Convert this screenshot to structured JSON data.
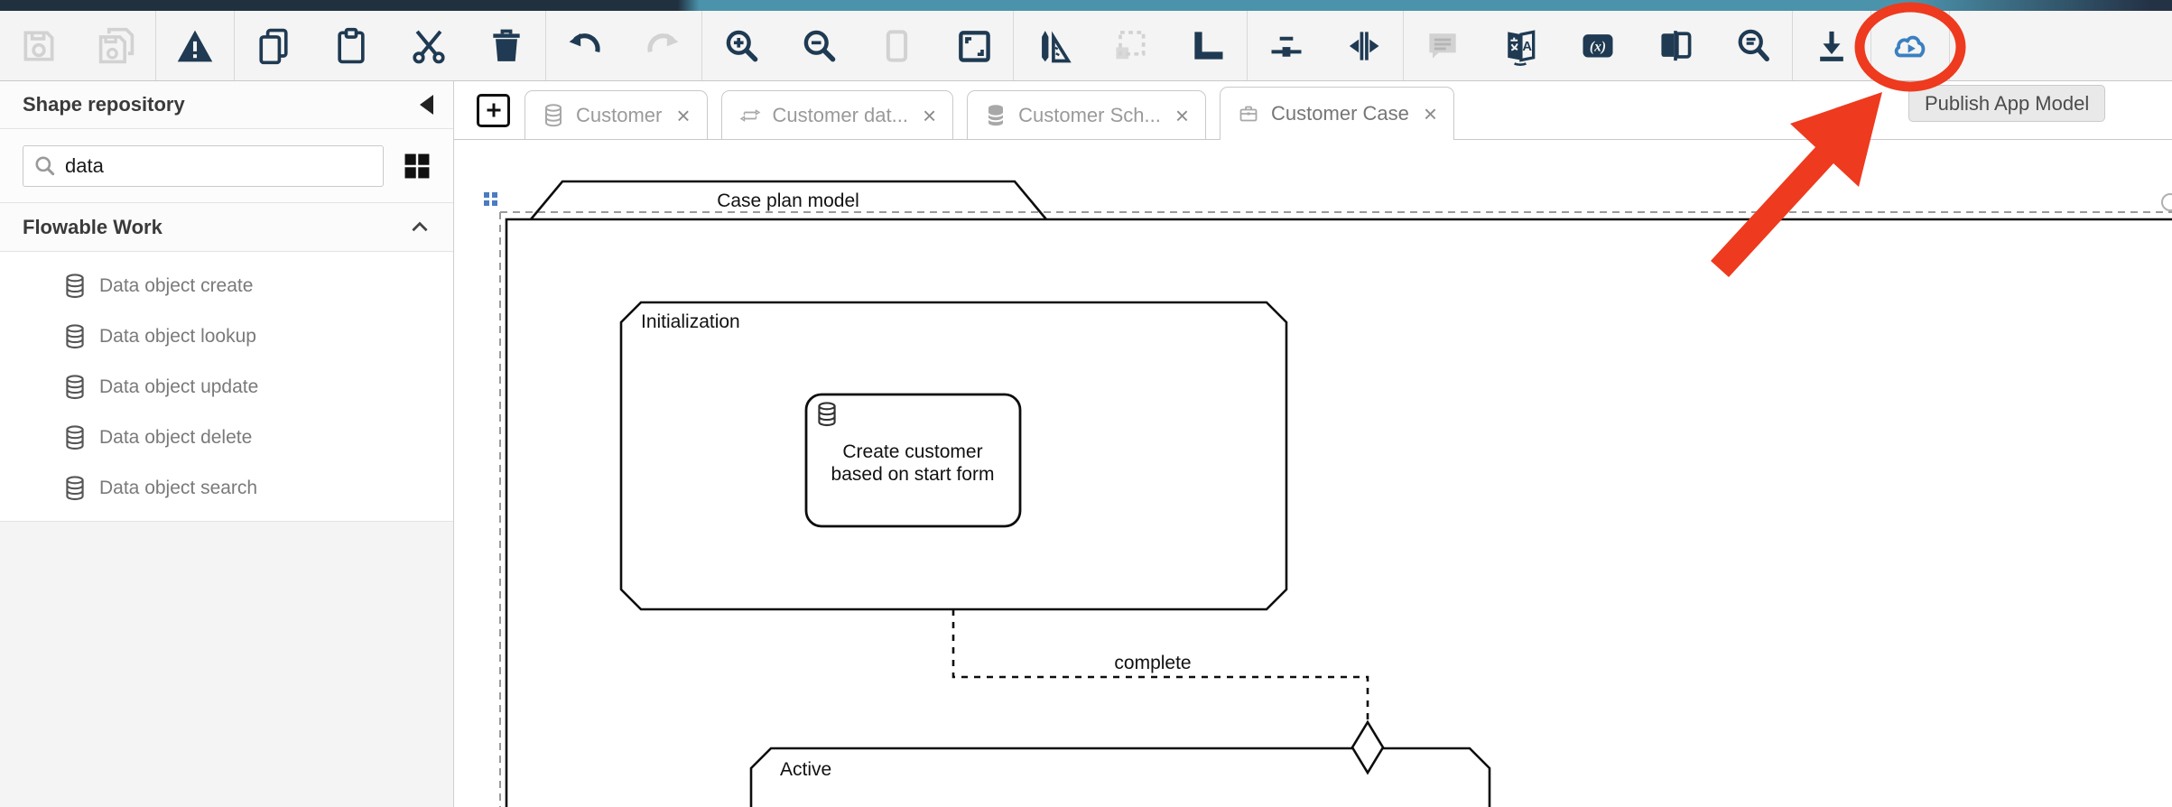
{
  "colors": {
    "accent_blue": "#3a80c1",
    "annotation_red": "#ee3a1e",
    "topbar_teal": "#4b93ab",
    "topbar_navy": "#20303f",
    "icon_dark": "#1f3a52",
    "icon_disabled": "#d2d2d2"
  },
  "toolbar": {
    "groups": [
      {
        "buttons": [
          {
            "name": "save",
            "icon": "save",
            "disabled": true
          },
          {
            "name": "save-all",
            "icon": "save-all",
            "disabled": true
          }
        ]
      },
      {
        "buttons": [
          {
            "name": "validate",
            "icon": "warning",
            "disabled": false
          }
        ]
      },
      {
        "buttons": [
          {
            "name": "copy",
            "icon": "copy",
            "disabled": false
          },
          {
            "name": "paste",
            "icon": "paste",
            "disabled": false
          },
          {
            "name": "cut",
            "icon": "cut",
            "disabled": false
          },
          {
            "name": "delete",
            "icon": "trash",
            "disabled": false
          }
        ]
      },
      {
        "buttons": [
          {
            "name": "undo",
            "icon": "undo",
            "disabled": false
          },
          {
            "name": "redo",
            "icon": "redo",
            "disabled": true
          }
        ]
      },
      {
        "buttons": [
          {
            "name": "zoom-in",
            "icon": "zoom-in",
            "disabled": false
          },
          {
            "name": "zoom-out",
            "icon": "zoom-out",
            "disabled": false
          },
          {
            "name": "fit-shape",
            "icon": "fit",
            "disabled": true
          },
          {
            "name": "actual-size",
            "icon": "actual",
            "disabled": false
          }
        ]
      },
      {
        "buttons": [
          {
            "name": "design-tools",
            "icon": "design",
            "disabled": false
          },
          {
            "name": "marquee-select",
            "icon": "marquee",
            "disabled": true
          },
          {
            "name": "align-corner",
            "icon": "corner",
            "disabled": false
          }
        ]
      },
      {
        "buttons": [
          {
            "name": "distribute-horizontal",
            "icon": "hdist",
            "disabled": false
          },
          {
            "name": "distribute-vertical",
            "icon": "vdist",
            "disabled": false
          }
        ]
      },
      {
        "buttons": [
          {
            "name": "comments",
            "icon": "comment",
            "disabled": true
          },
          {
            "name": "translate",
            "icon": "translate",
            "disabled": false
          },
          {
            "name": "expression",
            "icon": "expr",
            "disabled": false
          },
          {
            "name": "compare-models",
            "icon": "compare",
            "disabled": false
          },
          {
            "name": "search-in-model",
            "icon": "search-model",
            "disabled": false
          }
        ]
      },
      {
        "buttons": [
          {
            "name": "download-model",
            "icon": "download",
            "disabled": false
          }
        ]
      },
      {
        "buttons": [
          {
            "name": "publish-app-model",
            "icon": "cloud",
            "disabled": false,
            "accent": true
          }
        ]
      }
    ]
  },
  "tooltip": {
    "text": "Publish App Model"
  },
  "sidebar": {
    "title": "Shape repository",
    "search": {
      "value": "data",
      "placeholder": ""
    },
    "section": {
      "label": "Flowable Work"
    },
    "items": [
      {
        "icon": "database",
        "label": "Data object create"
      },
      {
        "icon": "database",
        "label": "Data object lookup"
      },
      {
        "icon": "database",
        "label": "Data object update"
      },
      {
        "icon": "database",
        "label": "Data object delete"
      },
      {
        "icon": "database",
        "label": "Data object search"
      }
    ]
  },
  "tabs_bar": {
    "close_glyph": "×",
    "tabs": [
      {
        "id": "customer",
        "icon": "database",
        "label": "Customer",
        "active": false
      },
      {
        "id": "customer-data",
        "icon": "mapping",
        "label": "Customer dat...",
        "active": false
      },
      {
        "id": "customer-schema",
        "icon": "database-filled",
        "label": "Customer Sch...",
        "active": false
      },
      {
        "id": "customer-case",
        "icon": "briefcase",
        "label": "Customer Case",
        "active": true
      }
    ]
  },
  "canvas": {
    "case_plan_label": "Case plan model",
    "stage_initialization_label": "Initialization",
    "task_label_line1": "Create customer",
    "task_label_line2": "based on start form",
    "connector_label": "complete",
    "stage_active_label": "Active"
  }
}
